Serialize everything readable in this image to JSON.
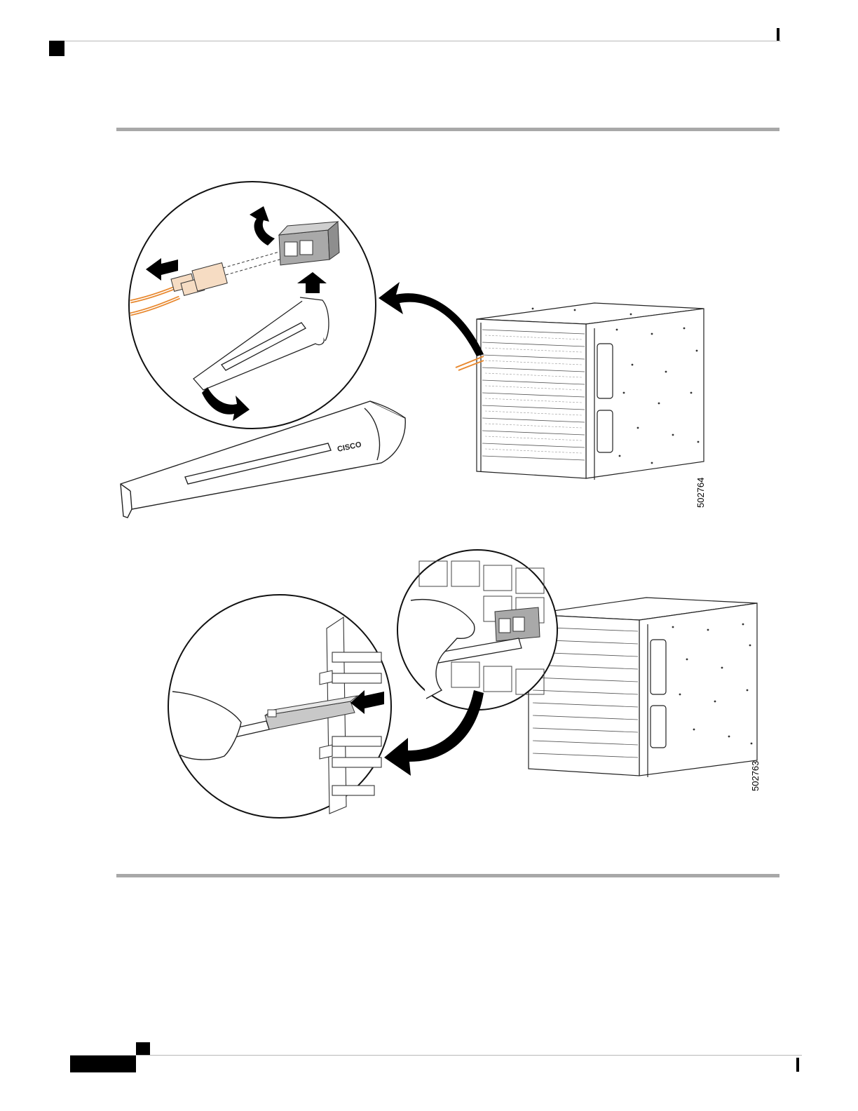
{
  "figure_top": {
    "id_label": "502764"
  },
  "figure_bottom": {
    "id_label": "502763"
  },
  "tool_logo": "CISCO",
  "colors": {
    "fiber": "#e8882e",
    "rule": "#a8a8a8",
    "clip_gray": "#a9a9a9"
  }
}
